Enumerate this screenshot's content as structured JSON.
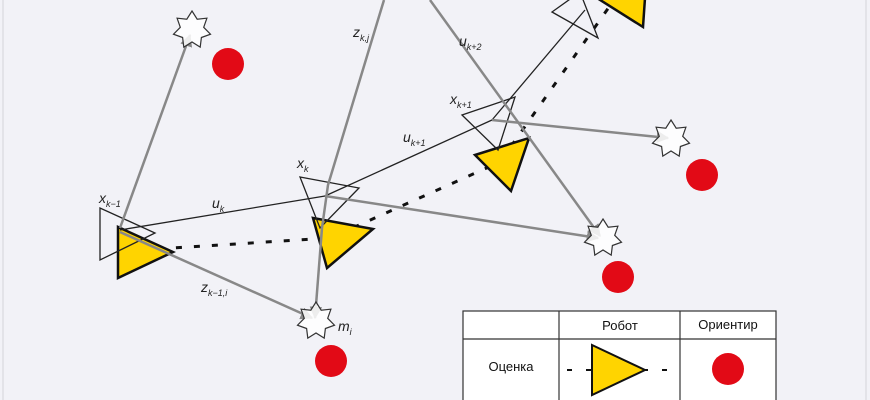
{
  "labels": {
    "x_km1": {
      "main": "x",
      "sub": "k−1"
    },
    "u_k": {
      "main": "u",
      "sub": "k"
    },
    "z_km1_i": {
      "main": "z",
      "sub": "k−1,i"
    },
    "x_k": {
      "main": "x",
      "sub": "k"
    },
    "z_k_j": {
      "main": "z",
      "sub": "k,j"
    },
    "u_kp1": {
      "main": "u",
      "sub": "k+1"
    },
    "x_kp1": {
      "main": "x",
      "sub": "k+1"
    },
    "u_kp2": {
      "main": "u",
      "sub": "k+2"
    },
    "m_i": {
      "main": "m",
      "sub": "i"
    }
  },
  "legend": {
    "col_robot": "Робот",
    "col_landmark": "Ориентир",
    "row_estimate": "Оценка"
  },
  "colors": {
    "robot_fill": "#ffd400",
    "landmark": "#e20a16",
    "measurement": "#888888",
    "background": "#f2f2f7"
  }
}
